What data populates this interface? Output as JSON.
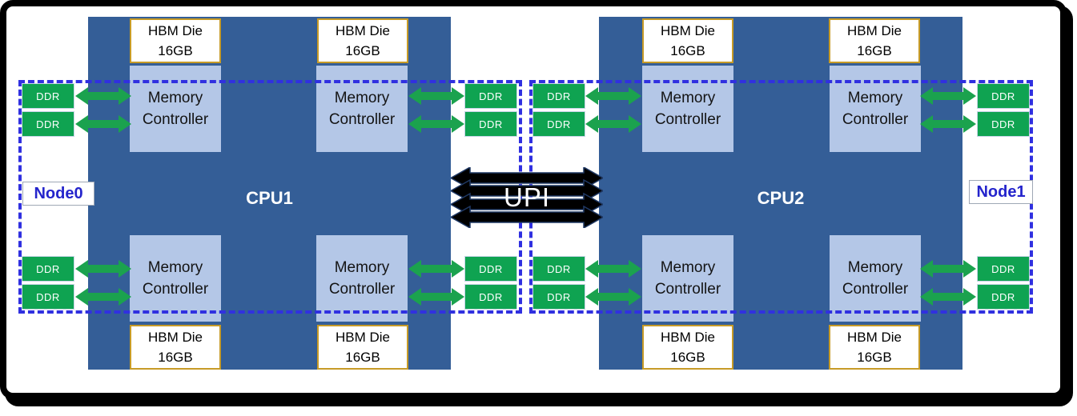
{
  "labels": {
    "hbm_line1": "HBM Die",
    "hbm_line2": "16GB",
    "mc_line1": "Memory",
    "mc_line2": "Controller",
    "ddr": "DDR",
    "upi": "UPI"
  },
  "nodes": [
    {
      "label": "Node0",
      "cpu_label": "CPU1",
      "memory_controller_count": 4,
      "hbm_die_count": 4,
      "hbm_die_capacity": "16GB",
      "ddr_box_count": 8
    },
    {
      "label": "Node1",
      "cpu_label": "CPU2",
      "memory_controller_count": 4,
      "hbm_die_count": 4,
      "hbm_die_capacity": "16GB",
      "ddr_box_count": 8
    }
  ],
  "interconnect": {
    "label": "UPI",
    "link_count": 4
  },
  "colors": {
    "cpu_fill": "#345E97",
    "memory_controller_fill": "#B4C7E7",
    "hbm_border": "#C79B27",
    "ddr_green": "#0FA351",
    "arrow_green": "#1BA24E",
    "node_boundary_dash": "#3030E0",
    "node_label_text": "#2424CC",
    "upi_fill": "#000000",
    "upi_outline": "#1F3864"
  }
}
